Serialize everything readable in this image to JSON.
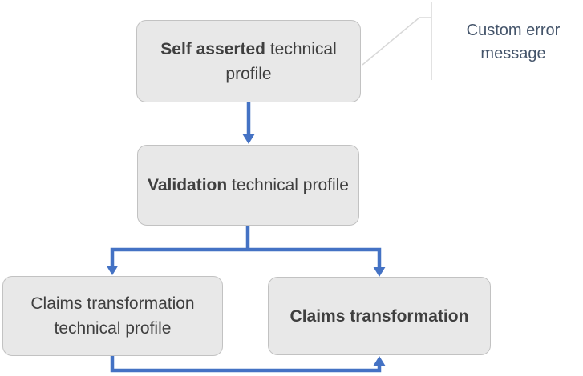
{
  "diagram": {
    "boxes": {
      "self_asserted": {
        "bold": "Self asserted",
        "regular": " technical profile"
      },
      "validation": {
        "bold": "Validation",
        "regular": " technical profile"
      },
      "claims_transformation_profile": {
        "bold": "",
        "regular": "Claims transformation technical profile"
      },
      "claims_transformation": {
        "bold": "Claims transformation",
        "regular": ""
      }
    },
    "callout": {
      "label": "Custom error message"
    },
    "colors": {
      "arrow": "#4472C4",
      "box_fill": "#E8E8E8",
      "box_border": "#C2C2C2",
      "box_text": "#3F3F3F",
      "callout_text": "#44546A",
      "callout_line": "#D8D8D8"
    }
  }
}
